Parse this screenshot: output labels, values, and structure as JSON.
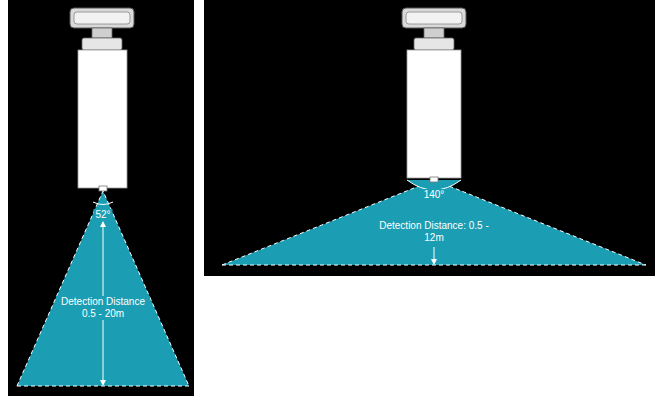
{
  "diagram": {
    "labels": [
      "52°",
      "Detection Distance 0.5 - 20m",
      "140°",
      "Detection Distance: 0.5 - 12m"
    ]
  }
}
